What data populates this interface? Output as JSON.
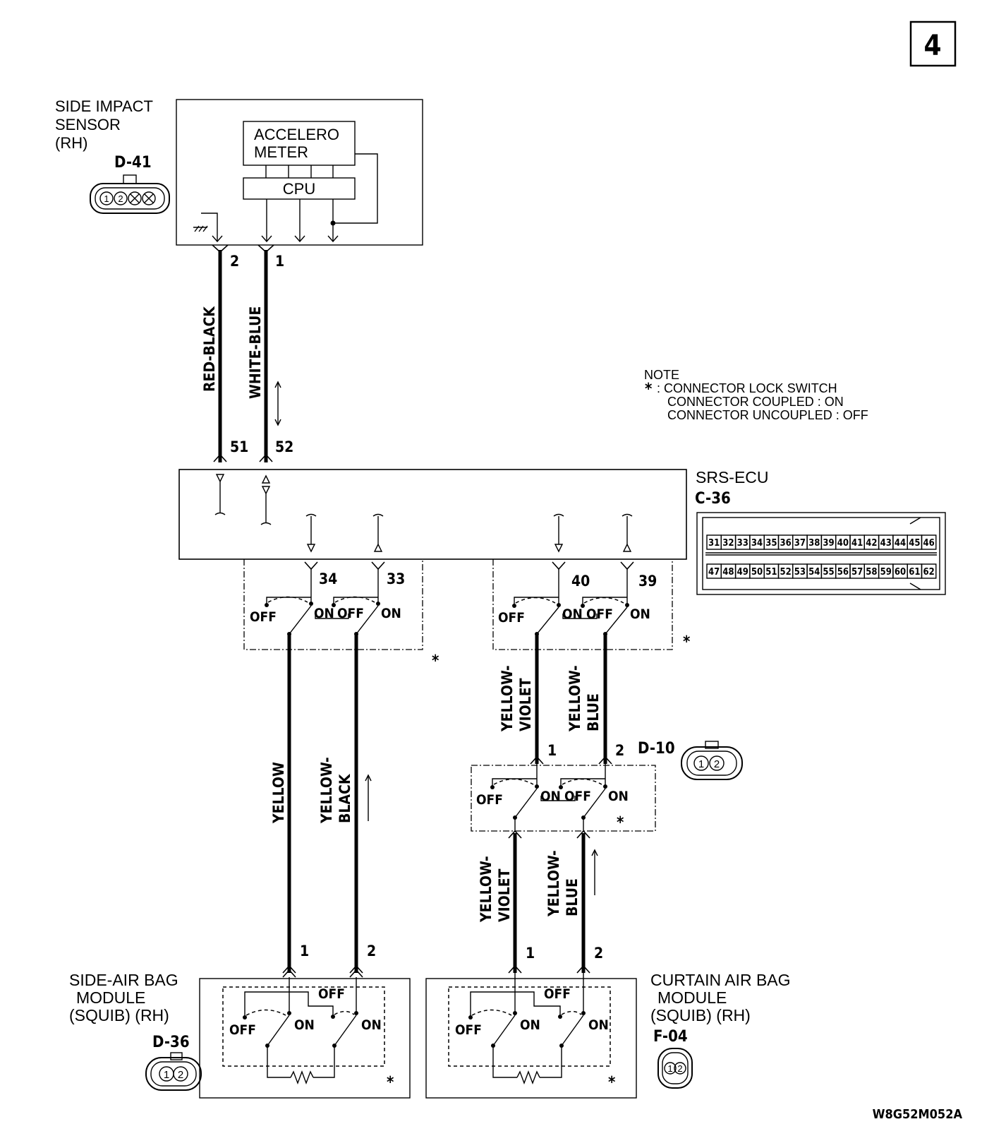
{
  "page_number": "4",
  "drawing_code": "W8G52M052A",
  "side_impact_sensor": {
    "title_lines": [
      "SIDE IMPACT",
      "SENSOR",
      "(RH)"
    ],
    "connector": "D-41",
    "pins": [
      "1",
      "2"
    ],
    "blocks": [
      "ACCELERO",
      "METER",
      "CPU"
    ],
    "terminals": [
      "2",
      "1"
    ]
  },
  "wires_sensor_to_ecu": [
    "RED-BLACK",
    "WHITE-BLUE"
  ],
  "note": {
    "heading": "NOTE",
    "star": "*",
    "lines": [
      ": CONNECTOR LOCK SWITCH",
      "CONNECTOR COUPLED : ON",
      "CONNECTOR UNCOUPLED : OFF"
    ]
  },
  "srs_ecu": {
    "title": "SRS-ECU",
    "connector": "C-36",
    "row1": [
      "31",
      "32",
      "33",
      "34",
      "35",
      "36",
      "37",
      "38",
      "39",
      "40",
      "41",
      "42",
      "43",
      "44",
      "45",
      "46"
    ],
    "row2": [
      "47",
      "48",
      "49",
      "50",
      "51",
      "52",
      "53",
      "54",
      "55",
      "56",
      "57",
      "58",
      "59",
      "60",
      "61",
      "62"
    ],
    "terminals": [
      "51",
      "52",
      "34",
      "33",
      "40",
      "39"
    ]
  },
  "switch_labels": {
    "off": "OFF",
    "on": "ON",
    "star": "*"
  },
  "wires_side": [
    "YELLOW",
    "YELLOW-",
    "BLACK"
  ],
  "wires_curtain_upper": [
    "YELLOW-",
    "VIOLET",
    "YELLOW-",
    "BLUE"
  ],
  "wires_curtain_lower": [
    "YELLOW-",
    "VIOLET",
    "YELLOW-",
    "BLUE"
  ],
  "d10": {
    "connector": "D-10",
    "pins": [
      "1",
      "2"
    ],
    "terminals": [
      "1",
      "2"
    ]
  },
  "side_airbag": {
    "title_lines": [
      "SIDE-AIR BAG",
      "MODULE",
      "(SQUIB) (RH)"
    ],
    "connector": "D-36",
    "pins": [
      "1",
      "2"
    ],
    "terminals": [
      "1",
      "2"
    ]
  },
  "curtain_airbag": {
    "title_lines": [
      "CURTAIN AIR BAG",
      "MODULE",
      "(SQUIB) (RH)"
    ],
    "connector": "F-04",
    "pins": [
      "1",
      "2"
    ],
    "terminals": [
      "1",
      "2"
    ]
  }
}
